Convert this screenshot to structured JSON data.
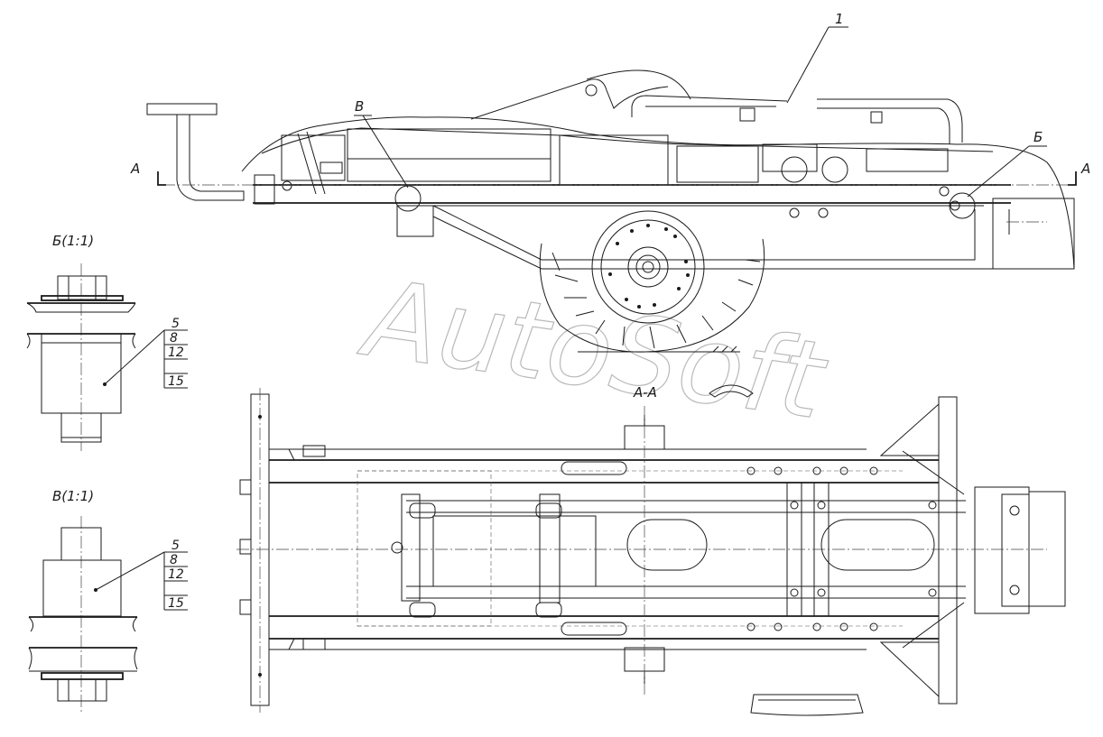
{
  "labels": {
    "section_a_left": "А",
    "section_a_right": "А",
    "view_b": "Б",
    "view_v": "В",
    "callout_1": "1",
    "view_aa": "А-А"
  },
  "detail_b": {
    "title": "Б(1:1)",
    "parts": [
      "5",
      "8",
      "12",
      "15"
    ]
  },
  "detail_v": {
    "title": "В(1:1)",
    "parts": [
      "5",
      "8",
      "12",
      "15"
    ]
  },
  "watermark": "AutoSoft"
}
